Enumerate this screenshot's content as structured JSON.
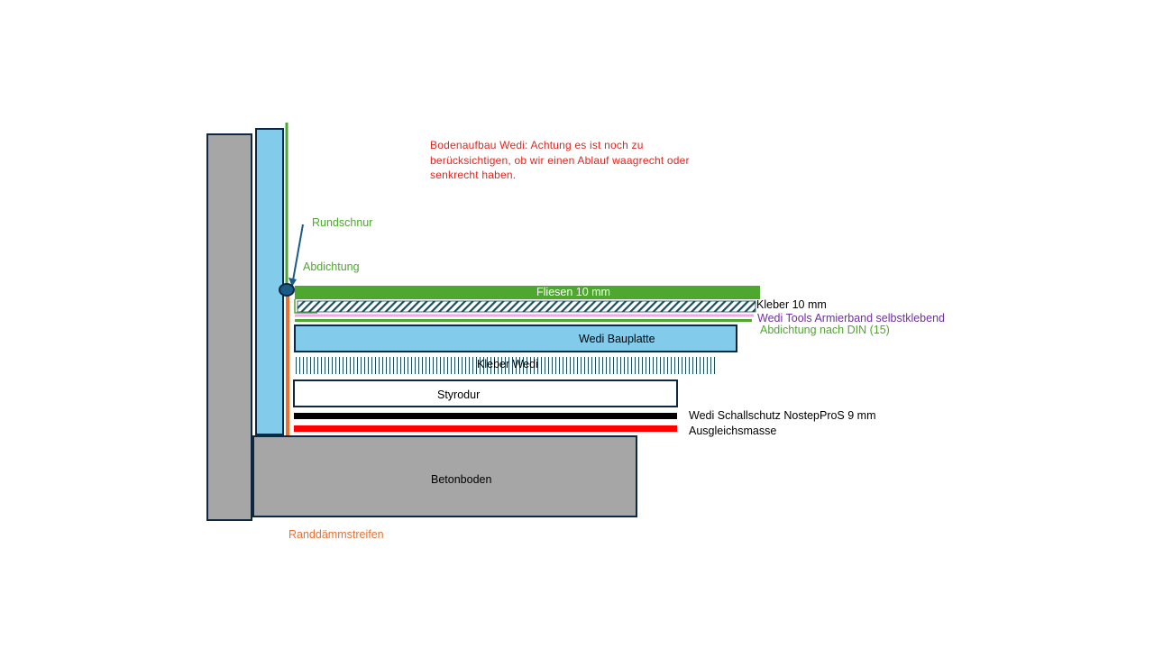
{
  "note": "Bodenaufbau Wedi: Achtung es ist noch zu berücksichtigen, ob wir einen Ablauf waagrecht oder senkrecht haben.",
  "labels": {
    "rundschnur": "Rundschnur",
    "abdichtung": "Abdichtung",
    "fliesen": "Fliesen 10 mm",
    "kleber_10": "Kleber  10 mm",
    "armierband": "Wedi Tools Armierband selbstklebend",
    "abdichtung_din": "Abdichtung nach DIN  (15)",
    "bauplatte": "Wedi Bauplatte",
    "kleber_wedi": "Kleber Wedi",
    "styrodur": "Styrodur",
    "schallschutz": "Wedi Schallschutz NostepProS  9 mm",
    "ausgleichsmasse": "Ausgleichsmasse",
    "betonboden": "Betonboden",
    "randdaemmstreifen": "Randdämmstreifen"
  },
  "colors": {
    "note_red": "#e0261f",
    "green": "#4ea72e",
    "purple": "#7030a0",
    "orange": "#e97132",
    "light_blue": "#83cbeb",
    "concrete": "#a6a6a6",
    "outline": "#0e2841",
    "red_layer": "#ff0000",
    "pink": "#f4a7e6",
    "hatch": "#1b4f5a",
    "marker": "#1a5b86"
  }
}
